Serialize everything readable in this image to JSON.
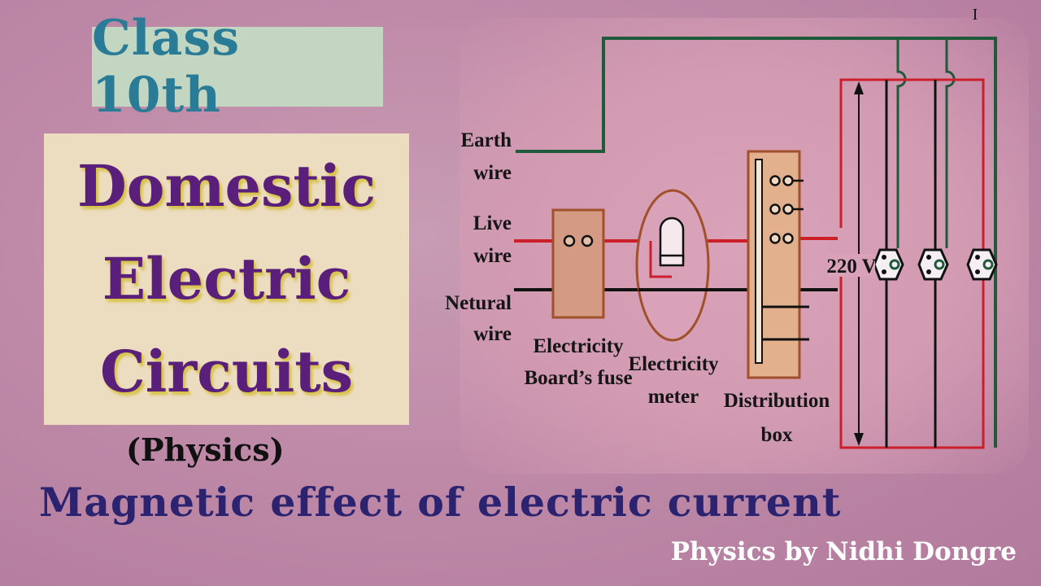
{
  "class_label": "Class 10th",
  "title": {
    "line1": "Domestic",
    "line2": "Electric",
    "line3": "Circuits"
  },
  "subject": "(Physics)",
  "chapter": "Magnetic effect of electric current",
  "credit": "Physics by Nidhi Dongre",
  "diagram": {
    "earth_wire": [
      "Earth",
      "wire"
    ],
    "live_wire": [
      "Live",
      "wire"
    ],
    "neutral_wire": [
      "Netural",
      "wire"
    ],
    "fuse": [
      "Electricity",
      "Board’s fuse"
    ],
    "meter": [
      "Electricity",
      "meter"
    ],
    "distribution": [
      "Distribution",
      "box"
    ],
    "voltage": "220 V",
    "cursor_mark": "I"
  },
  "colors": {
    "earth": "#1f5a3a",
    "live": "#cc1f2a",
    "neutral": "#111111",
    "box_outline": "#a0502a",
    "box_fill": "#e2b08c"
  }
}
